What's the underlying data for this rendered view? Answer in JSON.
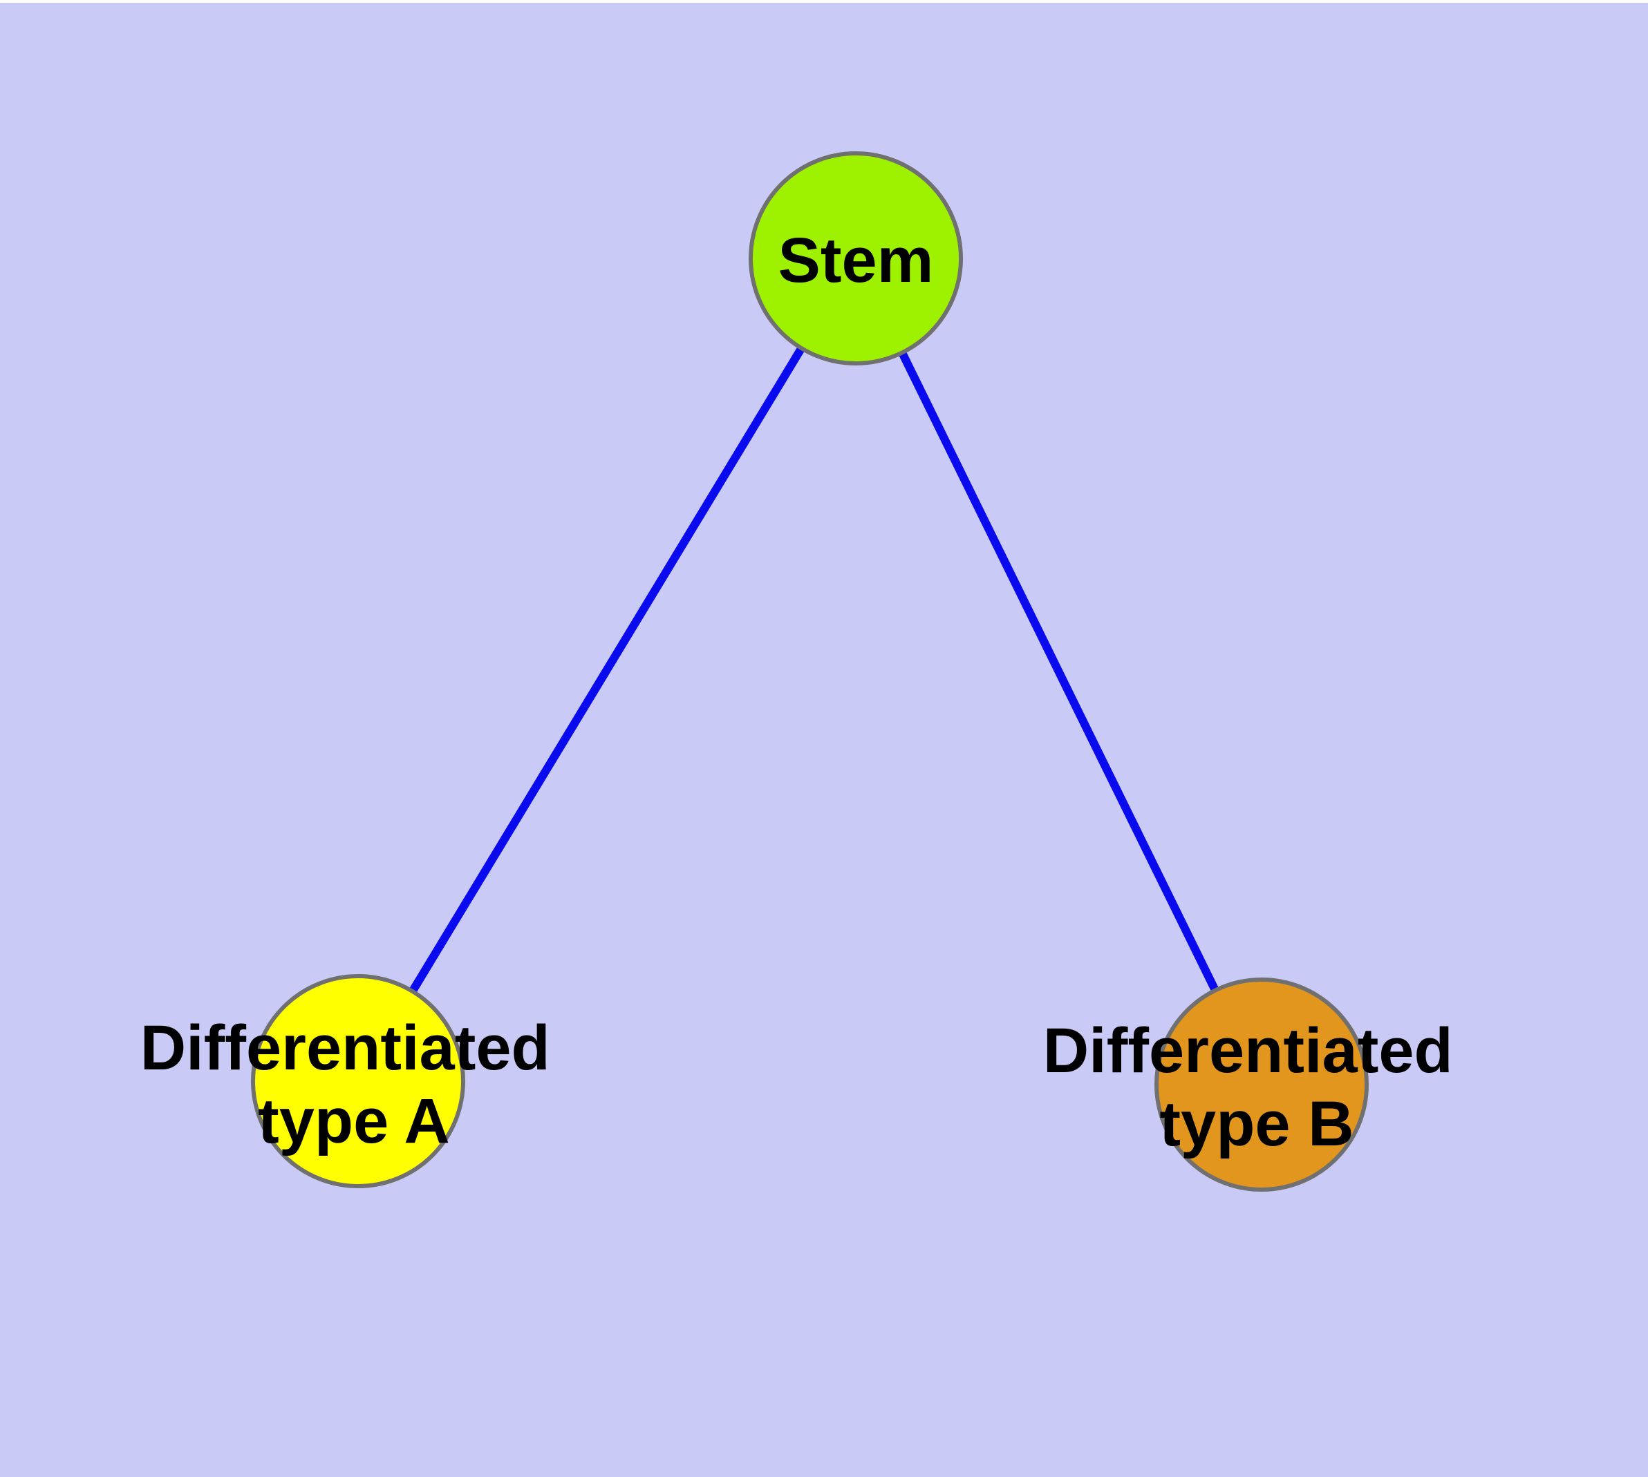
{
  "canvas": {
    "background_color": "#CACAF7",
    "top_edge_color": "#FFFFFF"
  },
  "edges": {
    "color": "#0A0AEF"
  },
  "node_border_color": "#707070",
  "text_color": "#000000",
  "nodes": {
    "stem": {
      "label": "Stem",
      "fill_color": "#9EF200"
    },
    "type_a": {
      "label_line1": "Differentiated",
      "label_line2": "type A",
      "fill_color": "#FFFF00"
    },
    "type_b": {
      "label_line1": "Differentiated",
      "label_line2": "type B",
      "fill_color": "#E2961E"
    }
  }
}
